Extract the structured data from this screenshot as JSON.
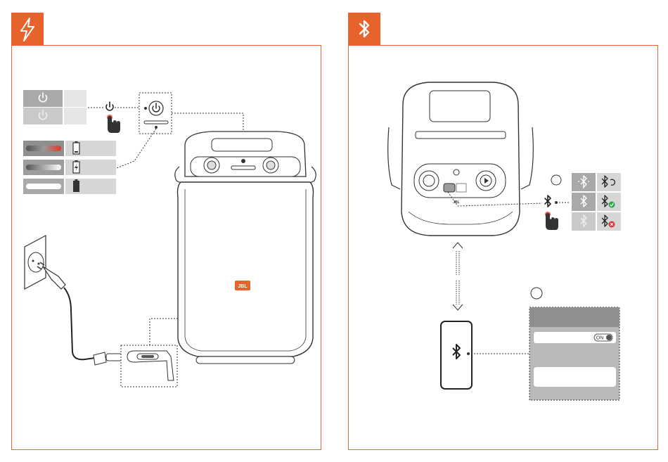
{
  "panels": [
    {
      "id": "power",
      "tab_icon": "lightning-icon"
    },
    {
      "id": "bluetooth",
      "tab_icon": "bluetooth-icon"
    }
  ],
  "speaker_logo": "JBL",
  "phone_settings": {
    "toggle_label": "ON"
  },
  "colors": {
    "accent": "#e8632b",
    "led_red": "#e23a2a",
    "ok_green": "#2aa84a",
    "fail_red": "#d93333",
    "grey_dark": "#a9a9a9",
    "grey_light": "#d6d6d6"
  },
  "icons": [
    "power-icon",
    "battery-low-icon",
    "battery-charging-icon",
    "battery-full-icon",
    "bluetooth-icon",
    "bluetooth-reconnect-icon",
    "bluetooth-connected-icon",
    "bluetooth-failed-icon",
    "finger-press-icon",
    "plug-icon",
    "wall-socket-icon",
    "smartphone-icon"
  ]
}
